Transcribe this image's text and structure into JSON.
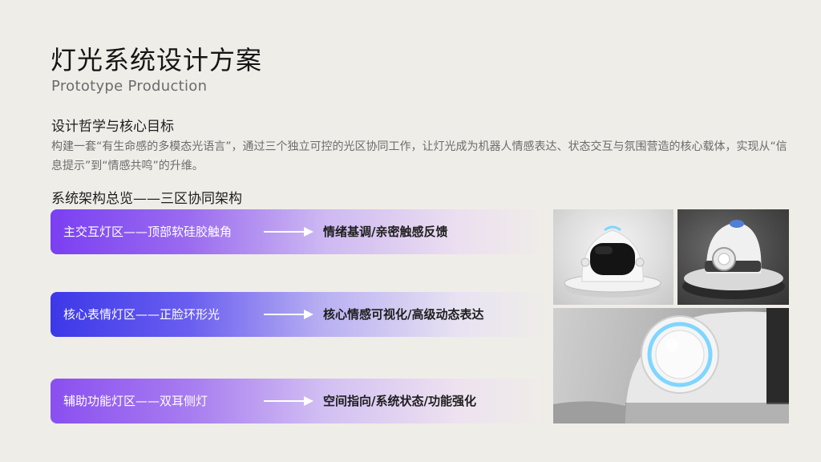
{
  "page": {
    "title": "灯光系统设计方案",
    "subtitle": "Prototype Production"
  },
  "philosophy": {
    "heading": "设计哲学与核心目标",
    "text": "构建一套“有生命感的多模态光语言”，通过三个独立可控的光区协同工作，让灯光成为机器人情感表达、状态交互与氛围营造的核心载体，实现从“信息提示”到“情感共鸣”的升维。"
  },
  "architecture": {
    "heading": "系统架构总览——三区协同架构",
    "zones": [
      {
        "label": "主交互灯区——顶部软硅胶触角",
        "result": "情绪基调/亲密触感反馈",
        "color": "#7a3ff2"
      },
      {
        "label": "核心表情灯区——正脸环形光",
        "result": "核心情感可视化/高级动态表达",
        "color": "#3c38e8"
      },
      {
        "label": "辅助功能灯区——双耳侧灯",
        "result": "空间指向/系统状态/功能强化",
        "color": "#8a4ff0"
      }
    ]
  },
  "photos": {
    "accent": "#7fd6ff",
    "items": [
      "robot-front-render",
      "robot-top-dark-render",
      "robot-ear-ring-closeup"
    ]
  }
}
